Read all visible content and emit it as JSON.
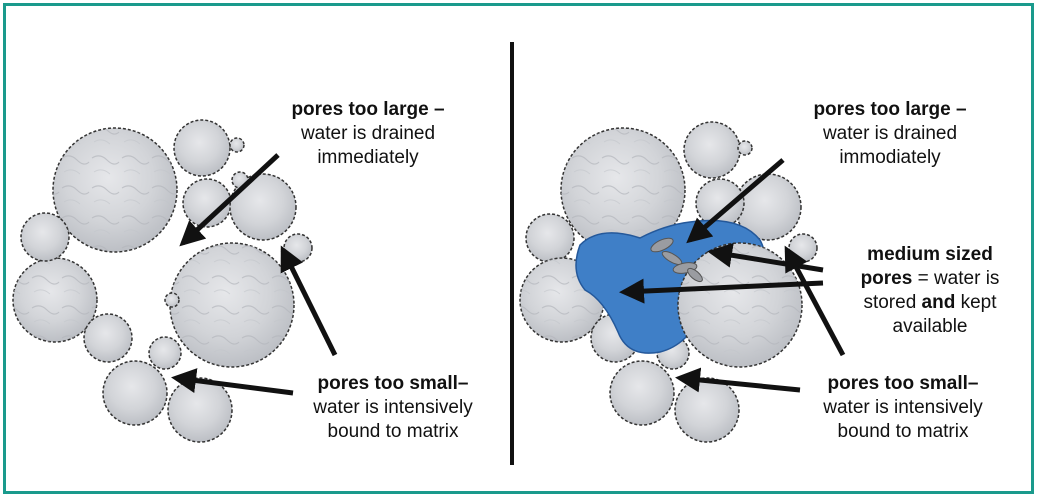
{
  "colors": {
    "frame_border": "#1a9a8c",
    "water": "#3f7fc7",
    "particle": "#d4d6da",
    "arrow": "#111111"
  },
  "left_panel": {
    "label_large": {
      "bold": "pores too large –",
      "line2": "water is drained",
      "line3": "immediately"
    },
    "label_small": {
      "bold": "pores too small–",
      "line2": "water is intensively",
      "line3": "bound to matrix"
    }
  },
  "right_panel": {
    "label_large": {
      "bold": "pores too large –",
      "line2": "water is drained",
      "line3": "immodiately"
    },
    "label_medium": {
      "bold1": "medium sized",
      "bold2": "pores",
      "rest2": " =  water is",
      "line3a": "stored ",
      "line3b": "and",
      "line3c": " kept",
      "line4": "available"
    },
    "label_small": {
      "bold": "pores too small–",
      "line2": "water is intensively",
      "line3": "bound to matrix"
    }
  }
}
